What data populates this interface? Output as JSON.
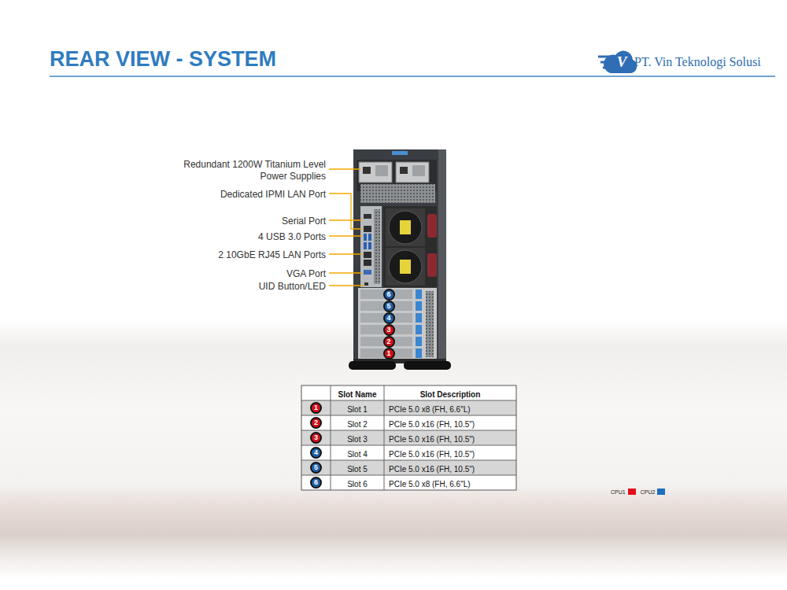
{
  "diagram": {
    "title": "REAR VIEW - SYSTEM",
    "nodes": [
      {
        "text": [
          "6"
        ]
      },
      {
        "text": [
          "5"
        ]
      },
      {
        "text": [
          "4"
        ]
      },
      {
        "text": [
          "3"
        ]
      },
      {
        "text": [
          "2"
        ]
      },
      {
        "text": [
          "1"
        ]
      },
      {
        "text": [
          "1"
        ]
      },
      {
        "text": [
          "2"
        ]
      },
      {
        "text": [
          "3"
        ]
      },
      {
        "text": [
          "4"
        ]
      },
      {
        "text": [
          "5"
        ]
      },
      {
        "text": [
          "6"
        ]
      }
    ],
    "labels": [
      "PT. Vin Teknologi Solusi",
      "V",
      "Redundant 1200W Titanium Level Power Supplies",
      "Dedicated IPMI LAN Port",
      "Serial Port",
      "4 USB 3.0 Ports",
      "2 10GbE RJ45 LAN Ports",
      "VGA Port",
      "UID Button/LED",
      "Slot Name",
      "Slot Description",
      "Slot 1",
      "PCIe 5.0 x8 (FH, 6.6\"L)",
      "Slot 2",
      "PCIe 5.0 x16 (FH, 10.5\")",
      "Slot 3",
      "PCIe 5.0 x16 (FH, 10.5\")",
      "Slot 4",
      "PCIe 5.0 x16 (FH, 10.5\")",
      "Slot 5",
      "PCIe 5.0 x16 (FH, 10.5\")",
      "Slot 6",
      "PCIe 5.0 x8 (FH, 6.6\"L)"
    ],
    "legend": [
      {
        "text": "CPU1",
        "color": "#e3101c"
      },
      {
        "text": "CPU2",
        "color": "#1d6fc0"
      }
    ]
  }
}
